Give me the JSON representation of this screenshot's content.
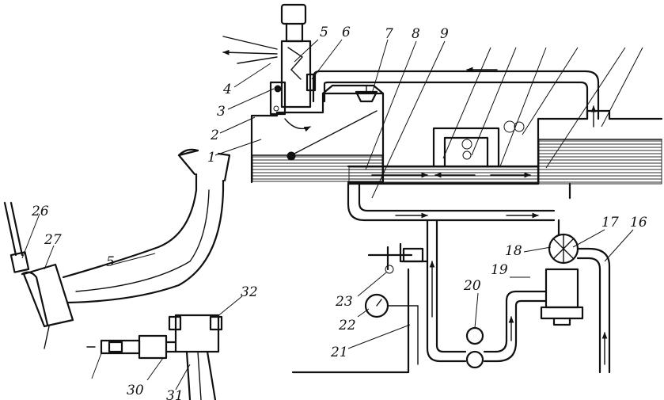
{
  "diagram": {
    "labels": [
      {
        "id": "1",
        "text": "1"
      },
      {
        "id": "2",
        "text": "2"
      },
      {
        "id": "3",
        "text": "3"
      },
      {
        "id": "4",
        "text": "4"
      },
      {
        "id": "5a",
        "text": "5"
      },
      {
        "id": "5b",
        "text": "5"
      },
      {
        "id": "6",
        "text": "6"
      },
      {
        "id": "7",
        "text": "7"
      },
      {
        "id": "8",
        "text": "8"
      },
      {
        "id": "9",
        "text": "9"
      },
      {
        "id": "16",
        "text": "16"
      },
      {
        "id": "17",
        "text": "17"
      },
      {
        "id": "18",
        "text": "18"
      },
      {
        "id": "19",
        "text": "19"
      },
      {
        "id": "20",
        "text": "20"
      },
      {
        "id": "21",
        "text": "21"
      },
      {
        "id": "22",
        "text": "22"
      },
      {
        "id": "23",
        "text": "23"
      },
      {
        "id": "26",
        "text": "26"
      },
      {
        "id": "27",
        "text": "27"
      },
      {
        "id": "30",
        "text": "30"
      },
      {
        "id": "31",
        "text": "31"
      },
      {
        "id": "32",
        "text": "32"
      }
    ]
  }
}
